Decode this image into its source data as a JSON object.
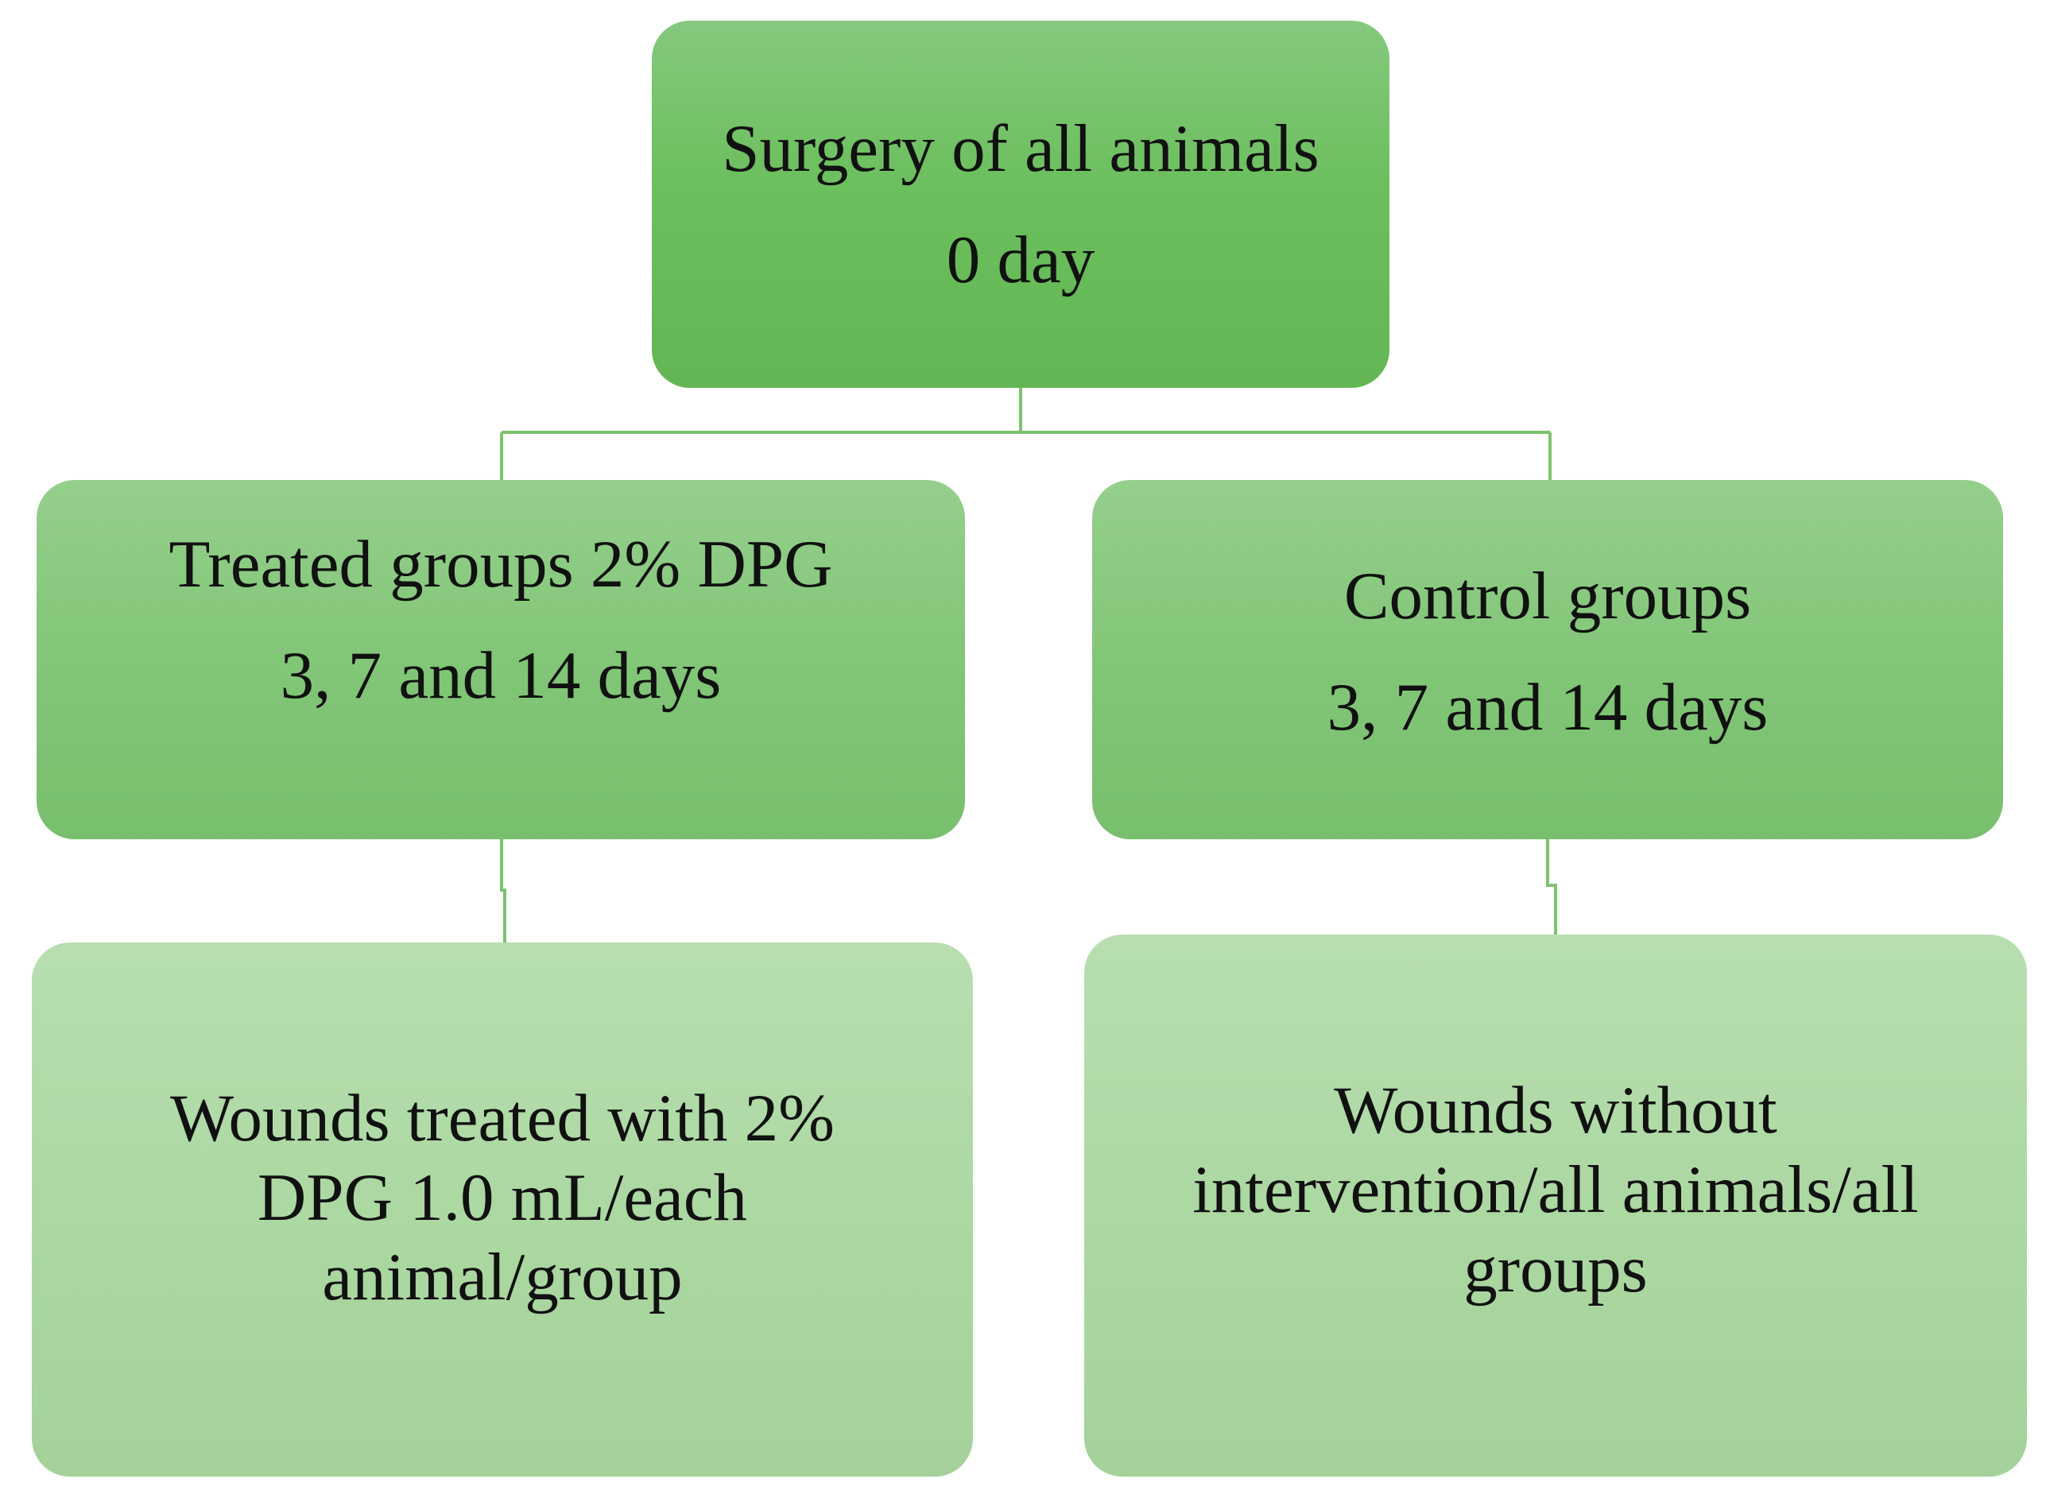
{
  "diagram": {
    "root": {
      "title": "Surgery of all animals",
      "subtitle": "0 day"
    },
    "treated": {
      "title": "Treated groups 2% DPG",
      "subtitle": "3, 7 and 14 days",
      "detail": "Wounds treated with 2% DPG 1.0 mL/each animal/group"
    },
    "control": {
      "title": "Control groups",
      "subtitle": "3, 7 and 14 days",
      "detail": "Wounds without intervention/all animals/all groups"
    }
  },
  "colors": {
    "connector": "#7cc36f",
    "node_top": "#6bbf5d",
    "node_mid": "#82c678",
    "node_bottom": "#acd8a2",
    "text": "#111111"
  }
}
